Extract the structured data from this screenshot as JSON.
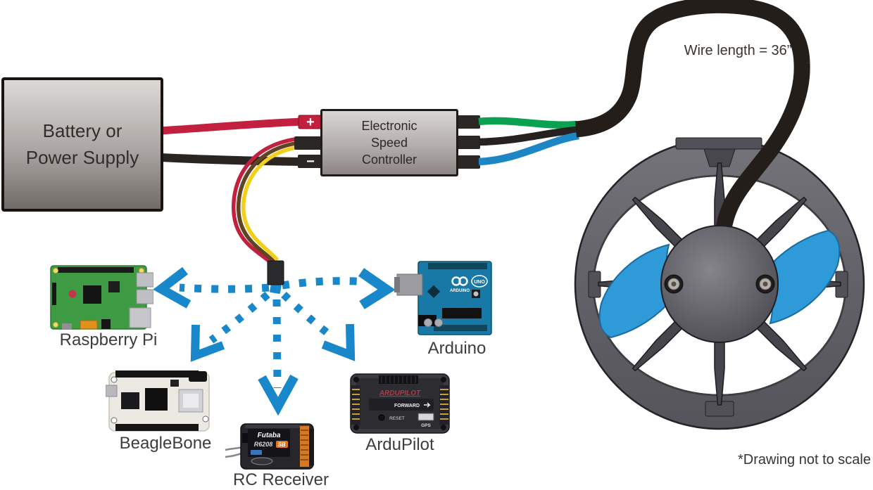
{
  "battery": {
    "label": "Battery or Power Supply"
  },
  "esc": {
    "label": "Electronic Speed Controller",
    "positive": "+",
    "negative": "−"
  },
  "notes": {
    "wire_length": "Wire length = 36”",
    "scale": "*Drawing not to scale"
  },
  "controllers": {
    "raspberry_pi": {
      "label": "Raspberry Pi"
    },
    "arduino": {
      "label": "Arduino",
      "board_logo": "UNO",
      "board_brand": "ARDUINO"
    },
    "beaglebone": {
      "label": "BeagleBone"
    },
    "rc_receiver": {
      "label": "RC Receiver",
      "board_brand": "Futaba",
      "board_model": "R6208",
      "board_badge": "SB"
    },
    "ardupilot": {
      "label": "ArduPilot",
      "board_brand": "ARDUPILOT",
      "board_forward": "FORWARD",
      "board_reset": "RESET",
      "board_gps": "GPS"
    }
  },
  "colors": {
    "positive_wire": "#c31f3e",
    "negative_wire": "#2a2521",
    "servo_red": "#c31f3e",
    "servo_brown": "#5f4323",
    "servo_yellow": "#f2d01a",
    "phase_green": "#0aa150",
    "phase_black": "#272220",
    "phase_blue": "#1d87c6",
    "arrow_blue": "#1888ca",
    "cable_black": "#241e1a",
    "propeller_blue": "#2f9ad8"
  }
}
